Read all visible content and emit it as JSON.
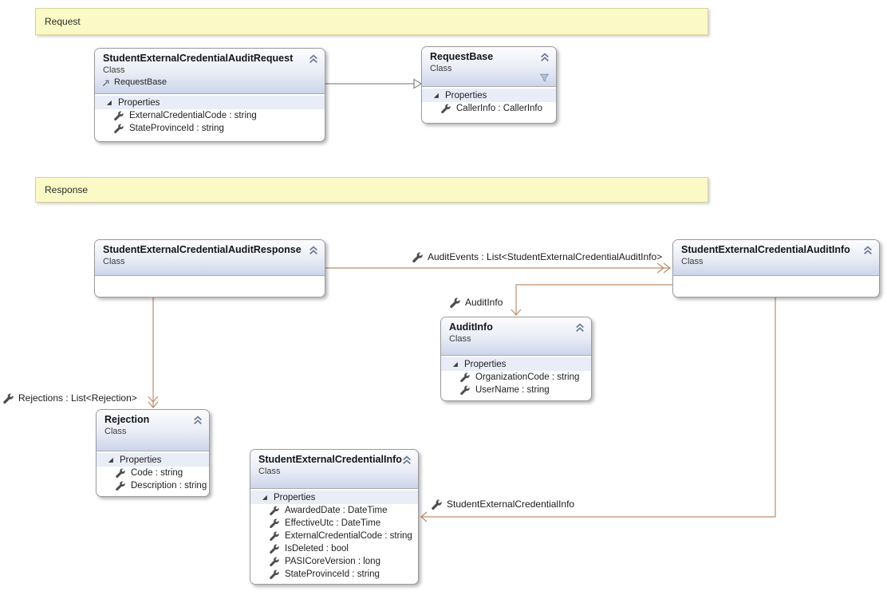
{
  "banners": {
    "request": "Request",
    "response": "Response"
  },
  "boxes": {
    "request": {
      "title": "StudentExternalCredentialAuditRequest",
      "kind": "Class",
      "base": "RequestBase",
      "section": "Properties",
      "properties": [
        "ExternalCredentialCode : string",
        "StateProvinceId : string"
      ]
    },
    "request_base": {
      "title": "RequestBase",
      "kind": "Class",
      "section": "Properties",
      "properties": [
        "CallerInfo : CallerInfo"
      ]
    },
    "response": {
      "title": "StudentExternalCredentialAuditResponse",
      "kind": "Class"
    },
    "audit_info_list": {
      "title": "StudentExternalCredentialAuditInfo",
      "kind": "Class"
    },
    "audit_info": {
      "title": "AuditInfo",
      "kind": "Class",
      "section": "Properties",
      "properties": [
        "OrganizationCode : string",
        "UserName : string"
      ]
    },
    "rejection": {
      "title": "Rejection",
      "kind": "Class",
      "section": "Properties",
      "properties": [
        "Code : string",
        "Description : string"
      ]
    },
    "credential_info": {
      "title": "StudentExternalCredentialInfo",
      "kind": "Class",
      "section": "Properties",
      "properties": [
        "AwardedDate : DateTime",
        "EffectiveUtc : DateTime",
        "ExternalCredentialCode : string",
        "IsDeleted : bool",
        "PASICoreVersion : long",
        "StateProvinceId : string"
      ]
    }
  },
  "connector_labels": {
    "audit_events": "AuditEvents : List<StudentExternalCredentialAuditInfo>",
    "audit_info": "AuditInfo",
    "rejections": "Rejections : List<Rejection>",
    "credential_info": "StudentExternalCredentialInfo"
  },
  "colors": {
    "association_connector": "#BD8D6B",
    "inheritance_connector": "#6E6E6E",
    "banner_bg": "#FBF9C6",
    "banner_border": "#D9D29A",
    "box_border": "#9B9BA0",
    "header_gradient_end": "#CCD5EA",
    "section_header_bg": "#E9EDF8"
  }
}
